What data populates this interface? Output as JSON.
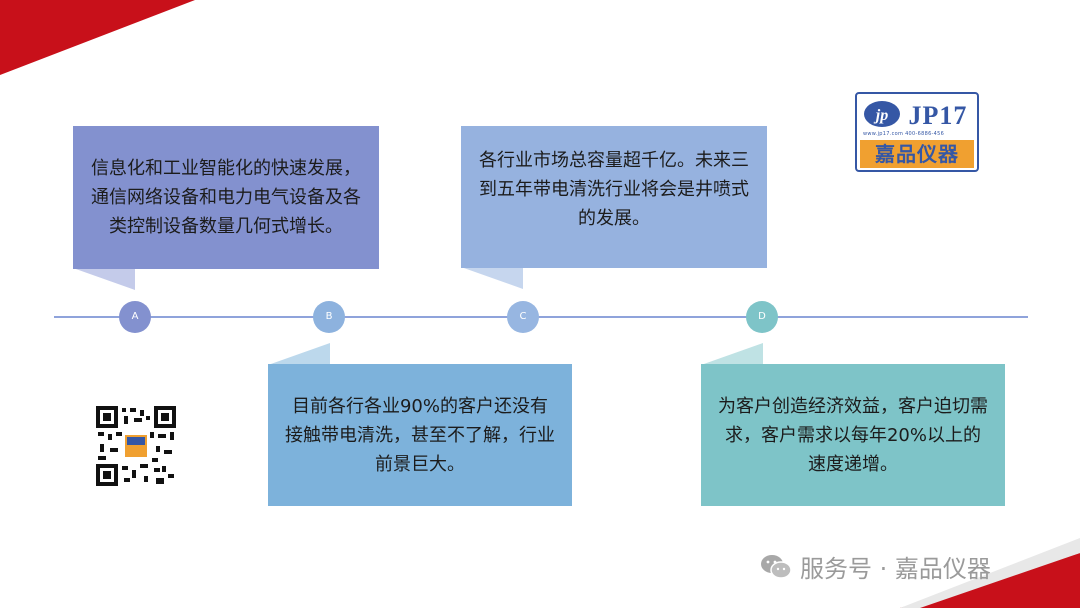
{
  "colors": {
    "accent_red": "#c8101a",
    "timeline": "#8fa3db",
    "card_a": "#8391cf",
    "card_b": "#7db2db",
    "card_c": "#96b2df",
    "card_d": "#7ec4c8",
    "logo_blue": "#3557a5",
    "logo_orange": "#f0a030"
  },
  "timeline": {
    "nodes": [
      {
        "label": "A"
      },
      {
        "label": "B"
      },
      {
        "label": "C"
      },
      {
        "label": "D"
      }
    ]
  },
  "cards": {
    "a": {
      "text": "信息化和工业智能化的快速发展，通信网络设备和电力电气设备及各类控制设备数量几何式增长。"
    },
    "b": {
      "text": "目前各行各业90%的客户还没有接触带电清洗，甚至不了解，行业前景巨大。"
    },
    "c": {
      "text": "各行业市场总容量超千亿。未来三到五年带电清洗行业将会是井喷式的发展。"
    },
    "d": {
      "text": "为客户创造经济效益，客户迫切需求，客户需求以每年20%以上的速度递增。"
    }
  },
  "logo": {
    "mark": "jp",
    "brand": "JP17",
    "url": "www.jp17.com  400-6886-456",
    "name": "嘉品仪器",
    "icon": "jp17-logo-icon"
  },
  "qr": {
    "icon": "qr-code-icon"
  },
  "footer": {
    "icon": "wechat-icon",
    "text": "服务号 · 嘉品仪器"
  }
}
